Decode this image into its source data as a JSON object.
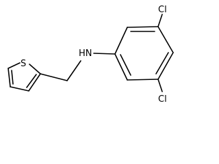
{
  "molecule": {
    "atoms": {
      "s1": "S",
      "nh": "HN",
      "cl_top": "Cl",
      "cl_bottom": "Cl"
    }
  }
}
